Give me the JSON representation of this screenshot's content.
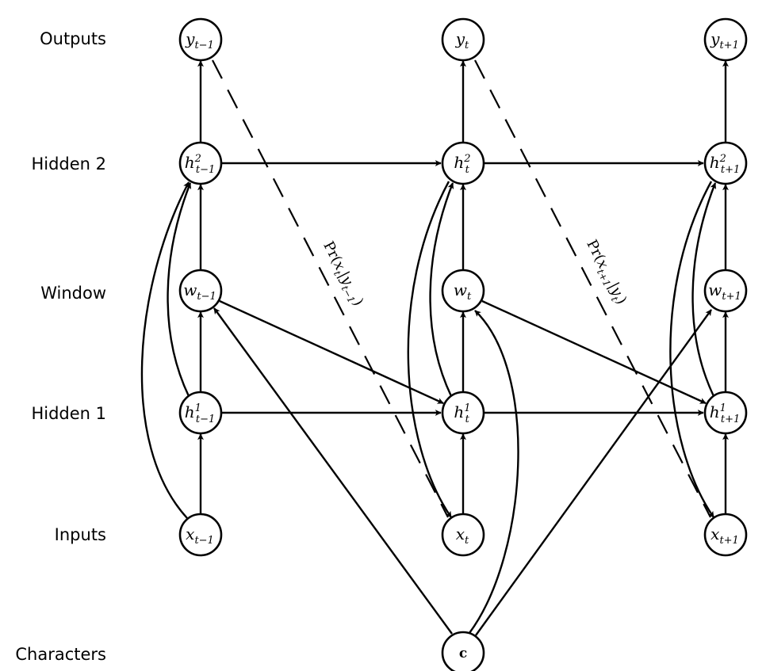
{
  "rows": {
    "outputs": "Outputs",
    "hidden2": "Hidden 2",
    "window": "Window",
    "hidden1": "Hidden 1",
    "inputs": "Inputs",
    "characters": "Characters"
  },
  "nodes": {
    "y_prev": {
      "base": "y",
      "sub": "t−1",
      "sup": ""
    },
    "y_cur": {
      "base": "y",
      "sub": "t",
      "sup": ""
    },
    "y_next": {
      "base": "y",
      "sub": "t+1",
      "sup": ""
    },
    "h2_prev": {
      "base": "h",
      "sub": "t−1",
      "sup": "2"
    },
    "h2_cur": {
      "base": "h",
      "sub": "t",
      "sup": "2"
    },
    "h2_next": {
      "base": "h",
      "sub": "t+1",
      "sup": "2"
    },
    "w_prev": {
      "base": "w",
      "sub": "t−1",
      "sup": ""
    },
    "w_cur": {
      "base": "w",
      "sub": "t",
      "sup": ""
    },
    "w_next": {
      "base": "w",
      "sub": "t+1",
      "sup": ""
    },
    "h1_prev": {
      "base": "h",
      "sub": "t−1",
      "sup": "1"
    },
    "h1_cur": {
      "base": "h",
      "sub": "t",
      "sup": "1"
    },
    "h1_next": {
      "base": "h",
      "sub": "t+1",
      "sup": "1"
    },
    "x_prev": {
      "base": "x",
      "sub": "t−1",
      "sup": ""
    },
    "x_cur": {
      "base": "x",
      "sub": "t",
      "sup": ""
    },
    "x_next": {
      "base": "x",
      "sub": "t+1",
      "sup": ""
    },
    "c": {
      "base": "c",
      "sub": "",
      "sup": ""
    }
  },
  "dashed_labels": {
    "left": "Pr(x_t|y_{t−1})",
    "right": "Pr(x_{t+1}|y_t)"
  }
}
